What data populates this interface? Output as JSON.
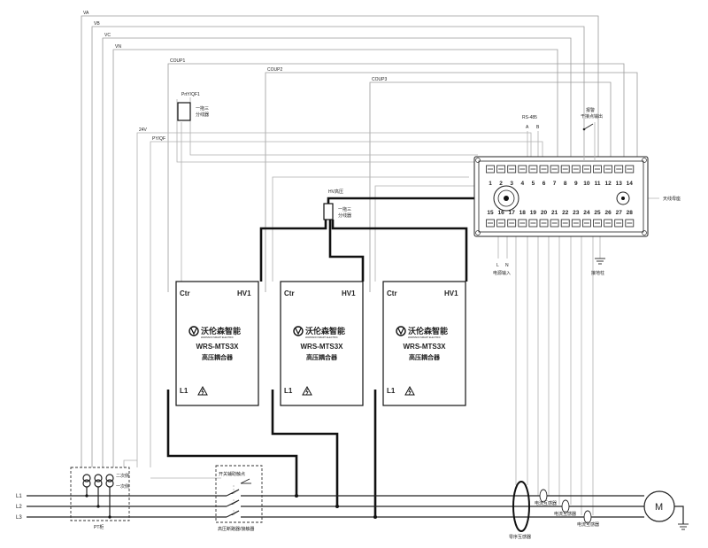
{
  "signal_lines": {
    "va": "VA",
    "vb": "VB",
    "vc": "VC",
    "vn": "VN",
    "coup1": "COUP1",
    "coup2": "COUP2",
    "coup3": "COUP3",
    "v24": "24V",
    "pyqf": "PY/QF"
  },
  "aux_relay": {
    "label": "PrtY/QF1",
    "note": "一拖三\n分线器"
  },
  "hv_splitter": {
    "label": "HV高压",
    "note": "一拖三\n分线器"
  },
  "couplers": [
    {
      "ctr": "Ctr",
      "hv1": "HV1",
      "brand": "沃伦森智能",
      "brand_sub": "WARNSON SMART ELECTRIC",
      "model": "WRS-MTS3X",
      "name": "高压耦合器",
      "l1": "L1"
    },
    {
      "ctr": "Ctr",
      "hv1": "HV1",
      "brand": "沃伦森智能",
      "brand_sub": "WARNSON SMART ELECTRIC",
      "model": "WRS-MTS3X",
      "name": "高压耦合器",
      "l1": "L1"
    },
    {
      "ctr": "Ctr",
      "hv1": "HV1",
      "brand": "沃伦森智能",
      "brand_sub": "WARNSON SMART ELECTRIC",
      "model": "WRS-MTS3X",
      "name": "高压耦合器",
      "l1": "L1"
    }
  ],
  "terminal_block": {
    "top_numbers": [
      "1",
      "2",
      "3",
      "4",
      "5",
      "6",
      "7",
      "8",
      "9",
      "10",
      "11",
      "12",
      "13",
      "14"
    ],
    "bottom_numbers": [
      "15",
      "16",
      "17",
      "18",
      "19",
      "20",
      "21",
      "22",
      "23",
      "24",
      "25",
      "26",
      "27",
      "28"
    ]
  },
  "rs485": {
    "label": "RS-485",
    "a": "A",
    "b": "B"
  },
  "alarm": {
    "label": "报警\n干接点输出"
  },
  "antenna": {
    "label": "天线母座"
  },
  "power_input": {
    "l": "L",
    "n": "N",
    "label": "电源输入"
  },
  "ground": {
    "label": "接地柱"
  },
  "phases": [
    "L1",
    "L2",
    "L3"
  ],
  "pt_cabinet": {
    "label": "PT柜",
    "secondary": "二次侧",
    "primary": "一次侧"
  },
  "switch": {
    "label": "高压断路器/接触器",
    "aux": "开关辅助触点"
  },
  "sensors": {
    "zero_seq": "零序互感器",
    "ct1": "电流互感器",
    "ct2": "电流互感器",
    "ct3": "电流互感器"
  },
  "motor": {
    "symbol": "M"
  }
}
